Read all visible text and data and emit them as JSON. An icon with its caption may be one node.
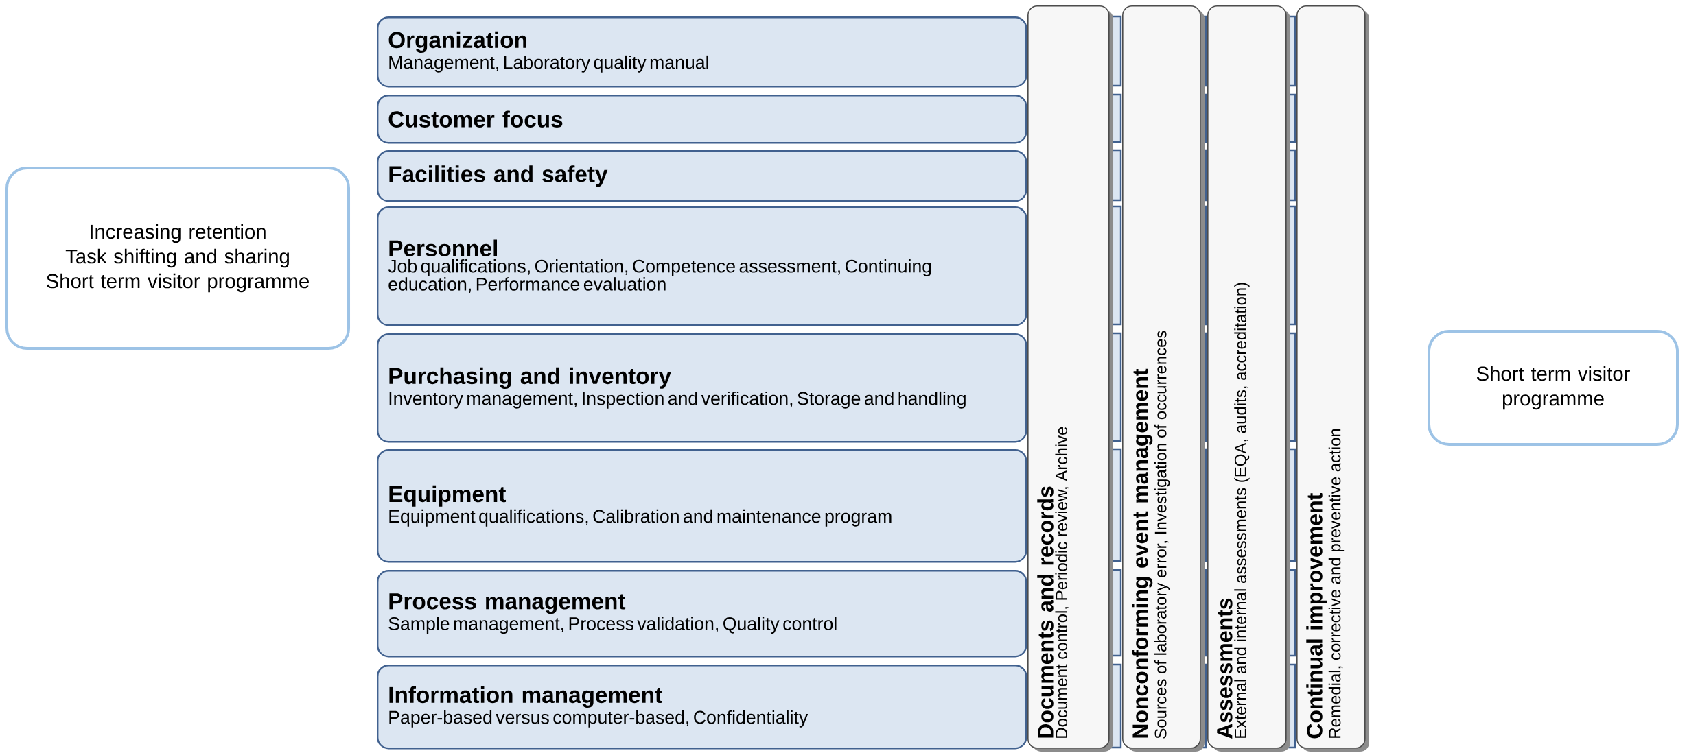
{
  "diagram": {
    "nodes": [
      {
        "text": [
          "Increasing retention",
          "Task shifting and sharing",
          "Short term visitor programme"
        ]
      },
      {
        "text": [
          "Organization",
          "Management, Laboratory quality manual"
        ]
      },
      {
        "text": [
          "Customer focus"
        ]
      },
      {
        "text": [
          "Facilities and safety"
        ]
      },
      {
        "text": [
          "Personnel",
          "Job qualifications, Orientation, Competence assessment, Continuing education, Performance evaluation"
        ]
      },
      {
        "text": [
          "Purchasing and inventory",
          "Inventory management, Inspection and verification, Storage and handling"
        ]
      },
      {
        "text": [
          "Equipment",
          "Equipment qualifications, Calibration and maintenance program"
        ]
      },
      {
        "text": [
          "Process management",
          "Sample management, Process validation, Quality control"
        ]
      },
      {
        "text": [
          "Information management",
          "Paper-based versus computer-based, Confidentiality"
        ]
      },
      {
        "text": [
          "Documents and records",
          "Document control, Periodic review, Archive"
        ]
      },
      {
        "text": [
          "Nonconforming event management",
          "Sources of laboratory error, Investigation of occurrences"
        ]
      },
      {
        "text": [
          "Assessments",
          "External and internal assessments (EQA, audits, accreditation)"
        ]
      },
      {
        "text": [
          "Continual improvement",
          "Remedial, corrective and preventive action"
        ]
      },
      {
        "text": [
          "Short term visitor programme"
        ]
      }
    ],
    "edges": []
  }
}
